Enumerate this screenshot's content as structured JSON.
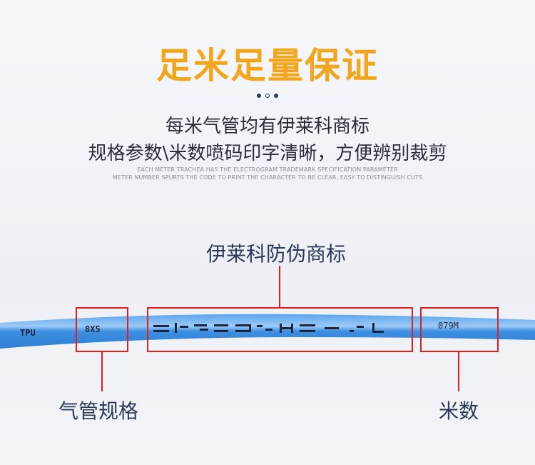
{
  "header": {
    "title": "足米足量保证",
    "subtitle_line1": "每米气管均有伊莱科商标",
    "subtitle_line2": "规格参数\\米数喷码印字清晰，方便辨别裁剪",
    "english_line1": "EACH METER TRACHEA HAS THE ELECTROGRAM TRADEMARK SPECIFICATION PARAMETER",
    "english_line2": "METER NUMBER SPURTS THE CODE TO PRINT THE CHARACTER TO BE CLEAR, EASY TO DISTINGUISH CUTS"
  },
  "callouts": {
    "trademark": "伊莱科防伪商标",
    "spec": "气管规格",
    "meters": "米数"
  },
  "tube": {
    "material": "TPU",
    "spec": "8X5",
    "meter_count": "079M",
    "color": "#3d8fe0"
  },
  "colors": {
    "accent": "#f3a51b",
    "highlight": "#e02020"
  }
}
